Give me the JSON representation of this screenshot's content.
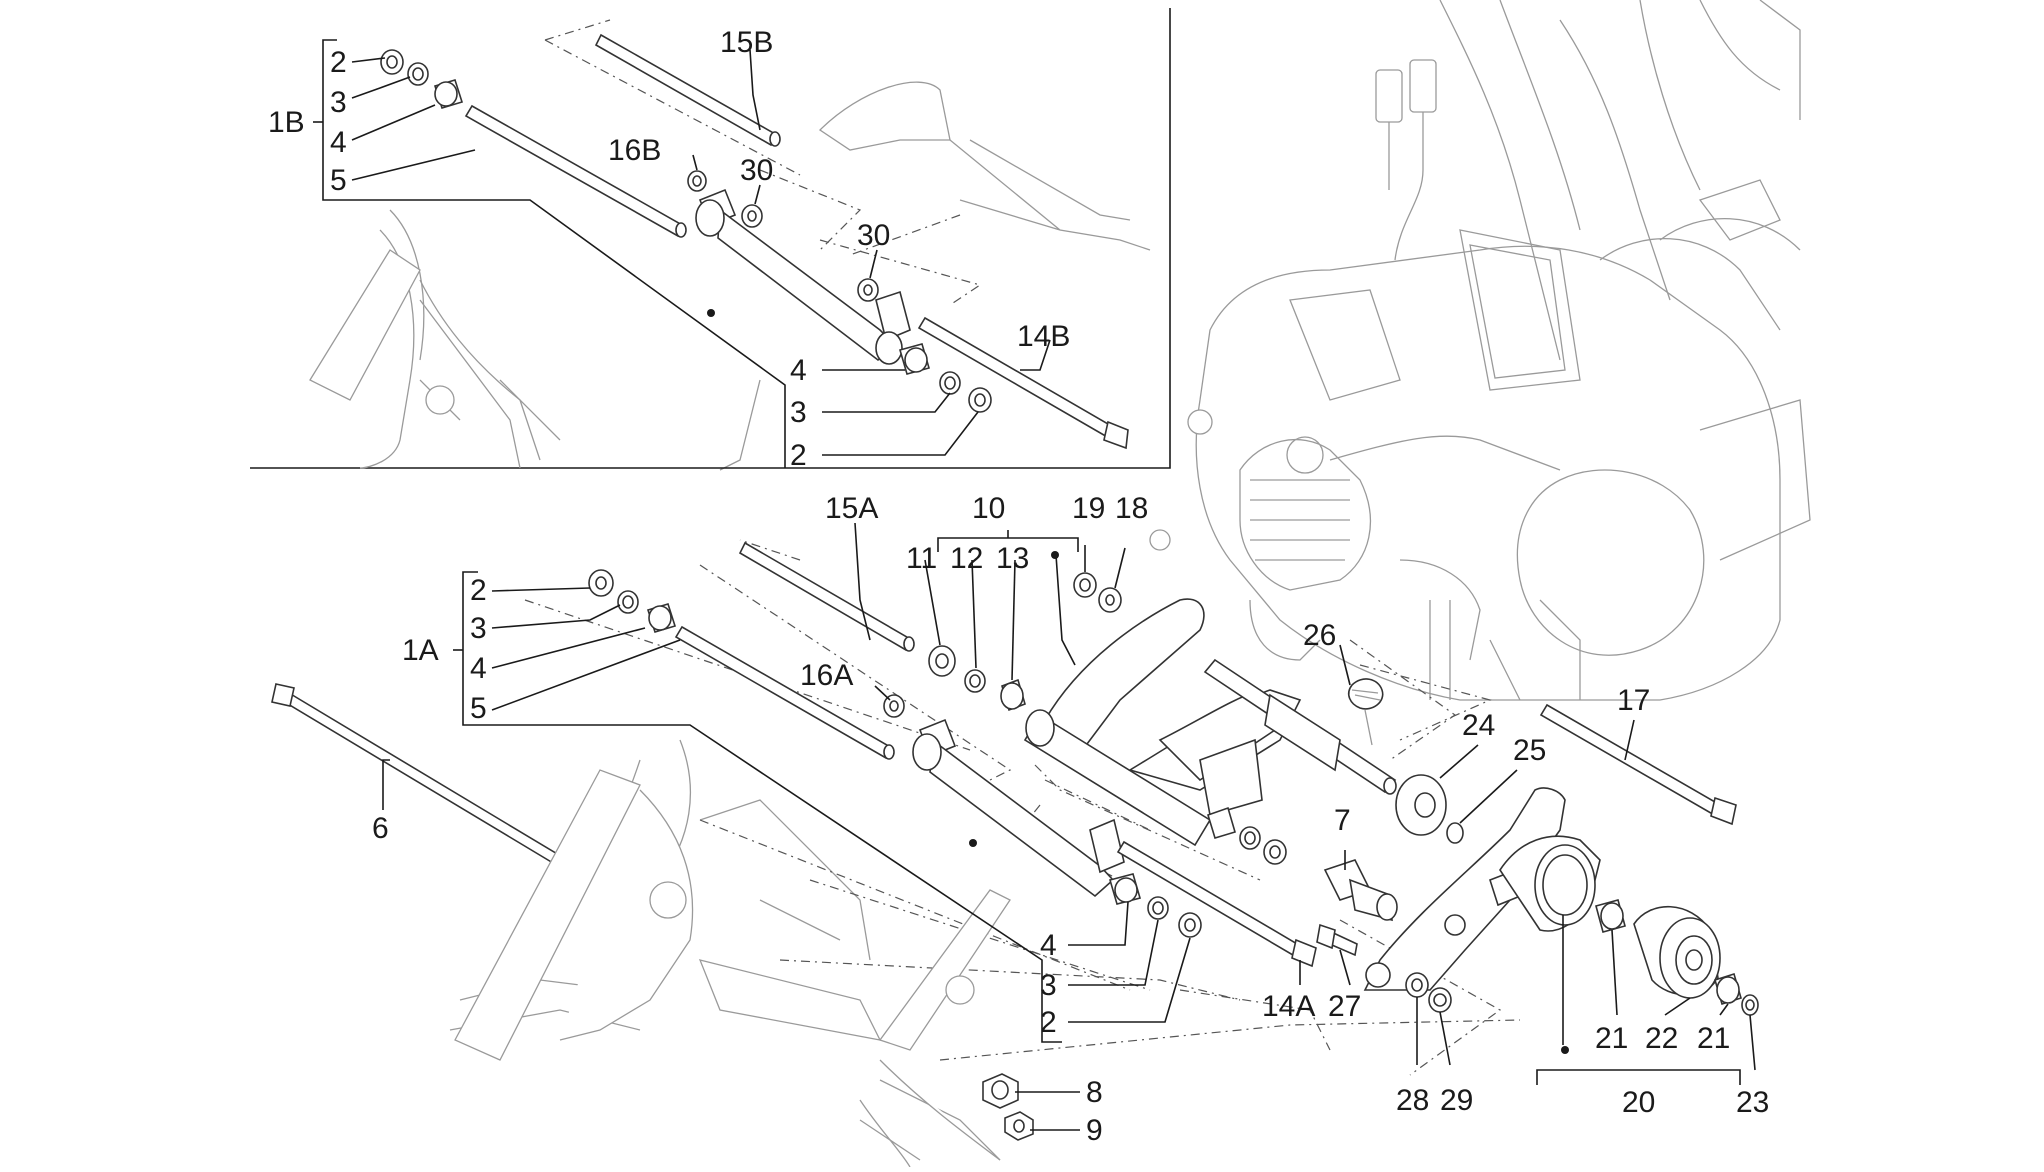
{
  "labels": {
    "l1B": "1B",
    "l2a": "2",
    "l3a": "3",
    "l4a": "4",
    "l5a": "5",
    "l15B": "15B",
    "l16B": "16B",
    "l30a": "30",
    "l30b": "30",
    "l14B": "14B",
    "l4b": "4",
    "l3b": "3",
    "l2b": "2",
    "l15A": "15A",
    "l10": "10",
    "l11": "11",
    "l12": "12",
    "l13": "13",
    "l19": "19",
    "l18": "18",
    "l1A": "1A",
    "l2c": "2",
    "l3c": "3",
    "l4c": "4",
    "l5c": "5",
    "l16A": "16A",
    "l26": "26",
    "l24": "24",
    "l25": "25",
    "l17": "17",
    "l6": "6",
    "l7": "7",
    "l4d": "4",
    "l3d": "3",
    "l2d": "2",
    "l14A": "14A",
    "l27": "27",
    "l28": "28",
    "l29": "29",
    "l8": "8",
    "l9": "9",
    "l21a": "21",
    "l22": "22",
    "l21b": "21",
    "l23": "23",
    "l20": "20"
  }
}
